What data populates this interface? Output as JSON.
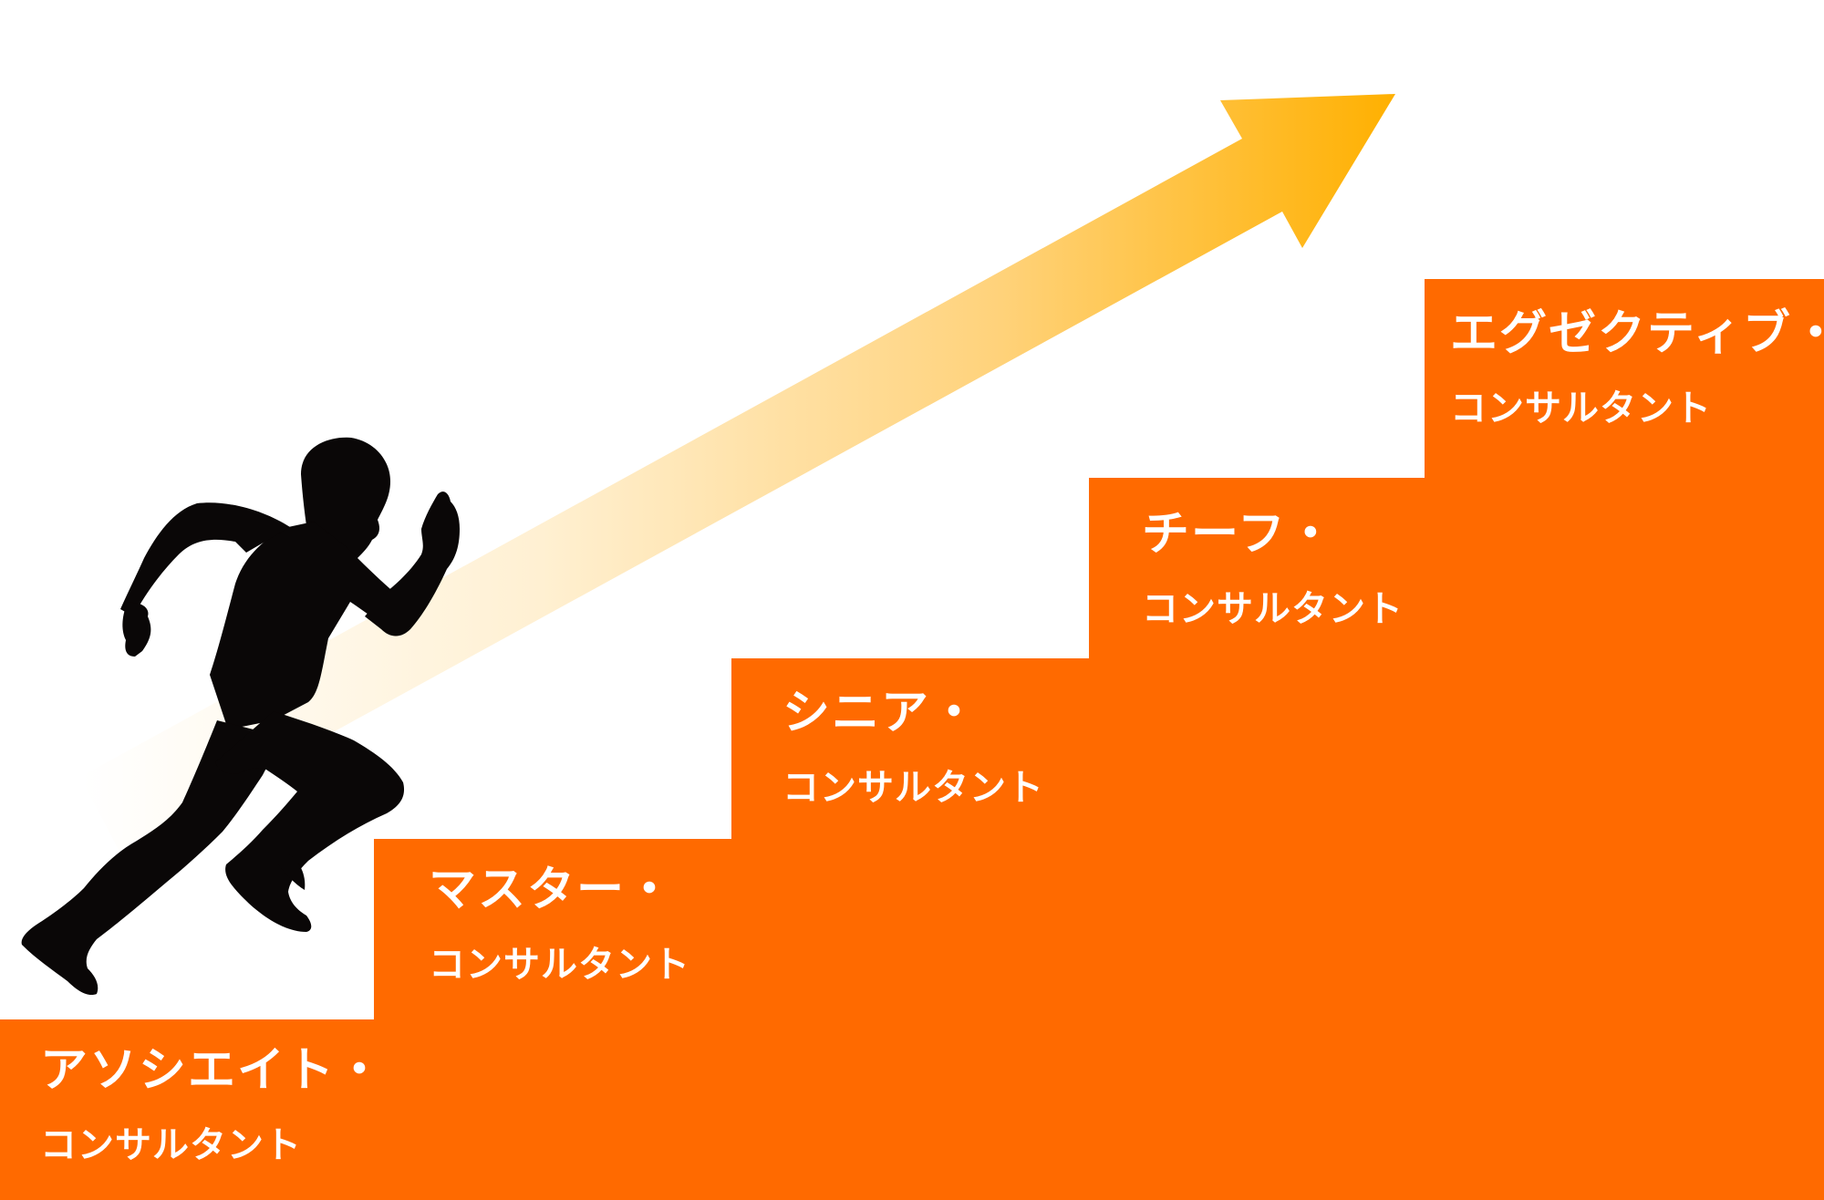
{
  "diagram": {
    "steps": [
      {
        "title": "アソシエイト・",
        "subtitle": "コンサルタント"
      },
      {
        "title": "マスター・",
        "subtitle": "コンサルタント"
      },
      {
        "title": "シニア・",
        "subtitle": "コンサルタント"
      },
      {
        "title": "チーフ・",
        "subtitle": "コンサルタント"
      },
      {
        "title": "エグゼクティブ・",
        "subtitle": "コンサルタント"
      }
    ]
  },
  "colors": {
    "steps": "#ff6a00",
    "arrow_start": "#ffffff",
    "arrow_end": "#ffb000",
    "silhouette": "#0a0707",
    "background": "#ffffff"
  },
  "icons": {
    "arrow": "rising-arrow-icon",
    "runner": "running-man-silhouette-icon"
  }
}
